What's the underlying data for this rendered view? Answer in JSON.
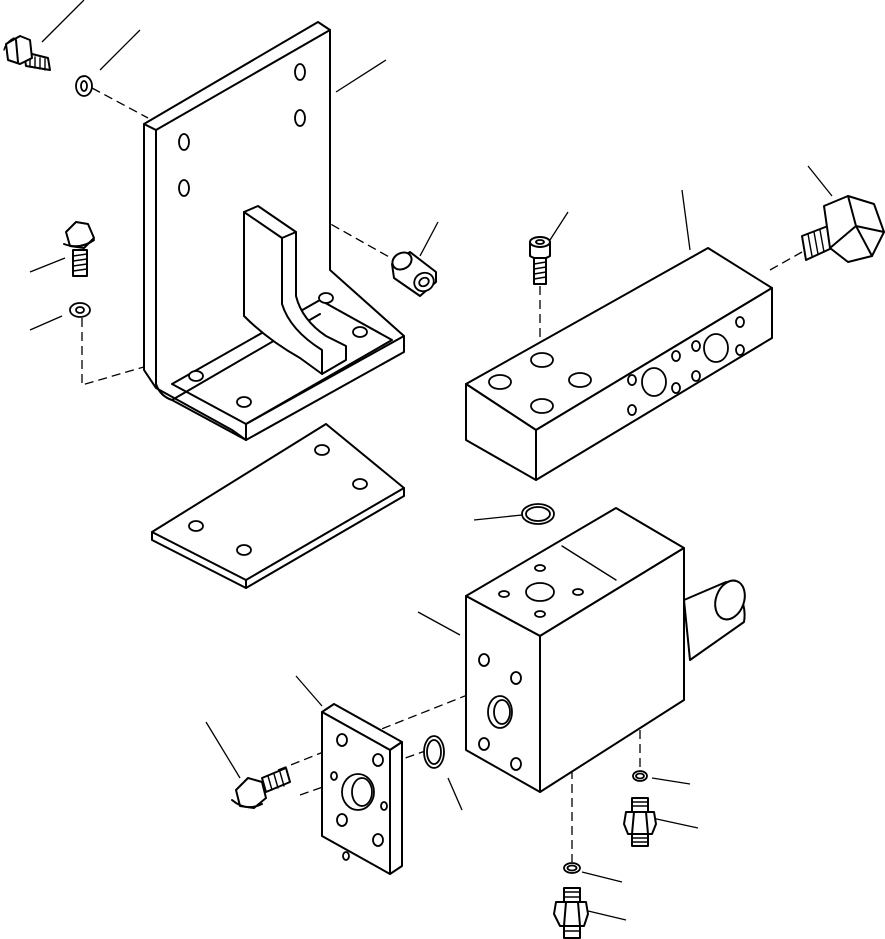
{
  "figure": {
    "type": "exploded parts diagram",
    "line_color": "#000000",
    "background": "#ffffff"
  },
  "parts": [
    {
      "name": "flange-bolt-top-left"
    },
    {
      "name": "lock-washer-top"
    },
    {
      "name": "mounting-bracket"
    },
    {
      "name": "spacer-collar"
    },
    {
      "name": "flange-bolt-left"
    },
    {
      "name": "lock-washer-left"
    },
    {
      "name": "base-plate"
    },
    {
      "name": "socket-head-cap-screw"
    },
    {
      "name": "manifold-block"
    },
    {
      "name": "hex-bolt"
    },
    {
      "name": "o-ring-upper"
    },
    {
      "name": "valve-body"
    },
    {
      "name": "flange-plate"
    },
    {
      "name": "flange-bolt-lower"
    },
    {
      "name": "o-ring-flange"
    },
    {
      "name": "o-ring-small-right"
    },
    {
      "name": "fitting-right"
    },
    {
      "name": "o-ring-small-bottom"
    },
    {
      "name": "fitting-bottom"
    }
  ]
}
